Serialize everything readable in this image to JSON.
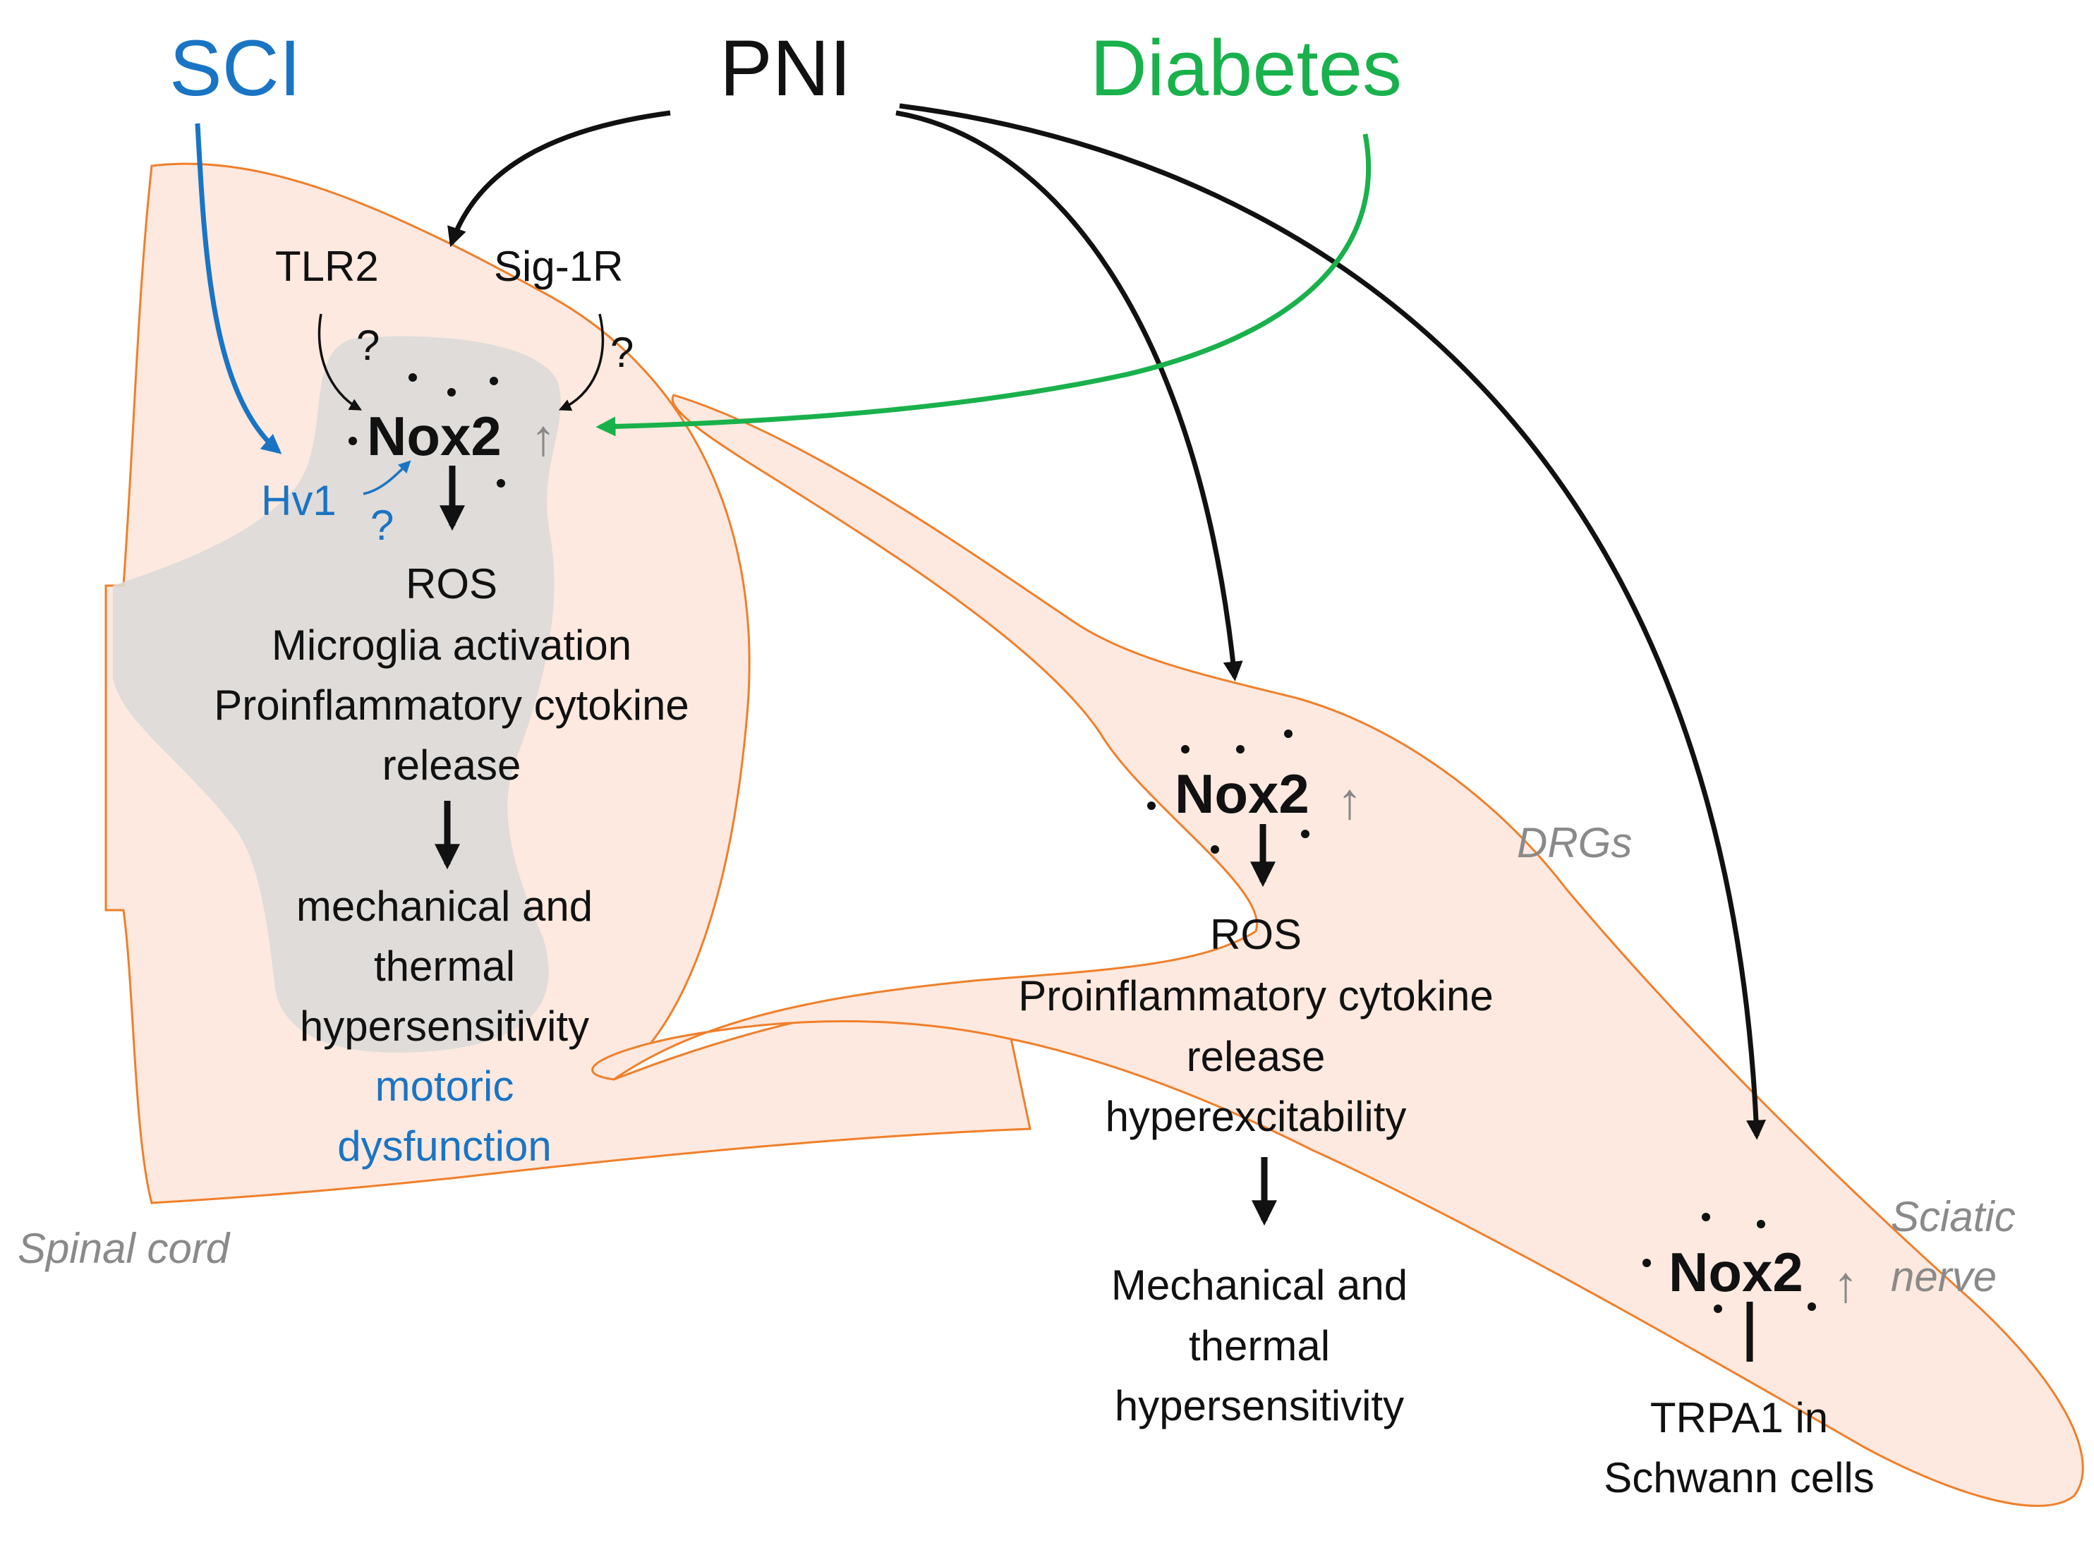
{
  "colors": {
    "sci": "#1a74c4",
    "pni": "#111111",
    "diabetes": "#19b14c",
    "tissue_fill": "#fde9df",
    "tissue_stroke": "#f07f2a",
    "gray_matter": "#d9d9d9",
    "region_label": "#8a8a8a",
    "up_arrow": "#888888"
  },
  "headers": {
    "sci": "SCI",
    "pni": "PNI",
    "diabetes": "Diabetes"
  },
  "regions": {
    "spinal_cord": "Spinal cord",
    "drgs": "DRGs",
    "sciatic_line1": "Sciatic",
    "sciatic_line2": "nerve"
  },
  "spinal": {
    "tlr2": "TLR2",
    "sig1r": "Sig-1R",
    "q_tlr2": "?",
    "q_sig1r": "?",
    "nox2": "Nox2",
    "up": "↑",
    "hv1": "Hv1",
    "q_hv1": "?",
    "effects": [
      "ROS",
      "Microglia activation",
      "Proinflammatory cytokine",
      "release"
    ],
    "outcomes": [
      "mechanical and",
      "thermal",
      "hypersensitivity"
    ],
    "motor": [
      "motoric",
      "dysfunction"
    ]
  },
  "drg": {
    "nox2": "Nox2",
    "up": "↑",
    "effects": [
      "ROS",
      "Proinflammatory cytokine",
      "release",
      "hyperexcitability"
    ],
    "outcomes": [
      "Mechanical and",
      "thermal",
      "hypersensitivity"
    ]
  },
  "sciatic": {
    "nox2": "Nox2",
    "up": "↑",
    "outcomes": [
      "TRPA1 in",
      "Schwann cells"
    ]
  }
}
